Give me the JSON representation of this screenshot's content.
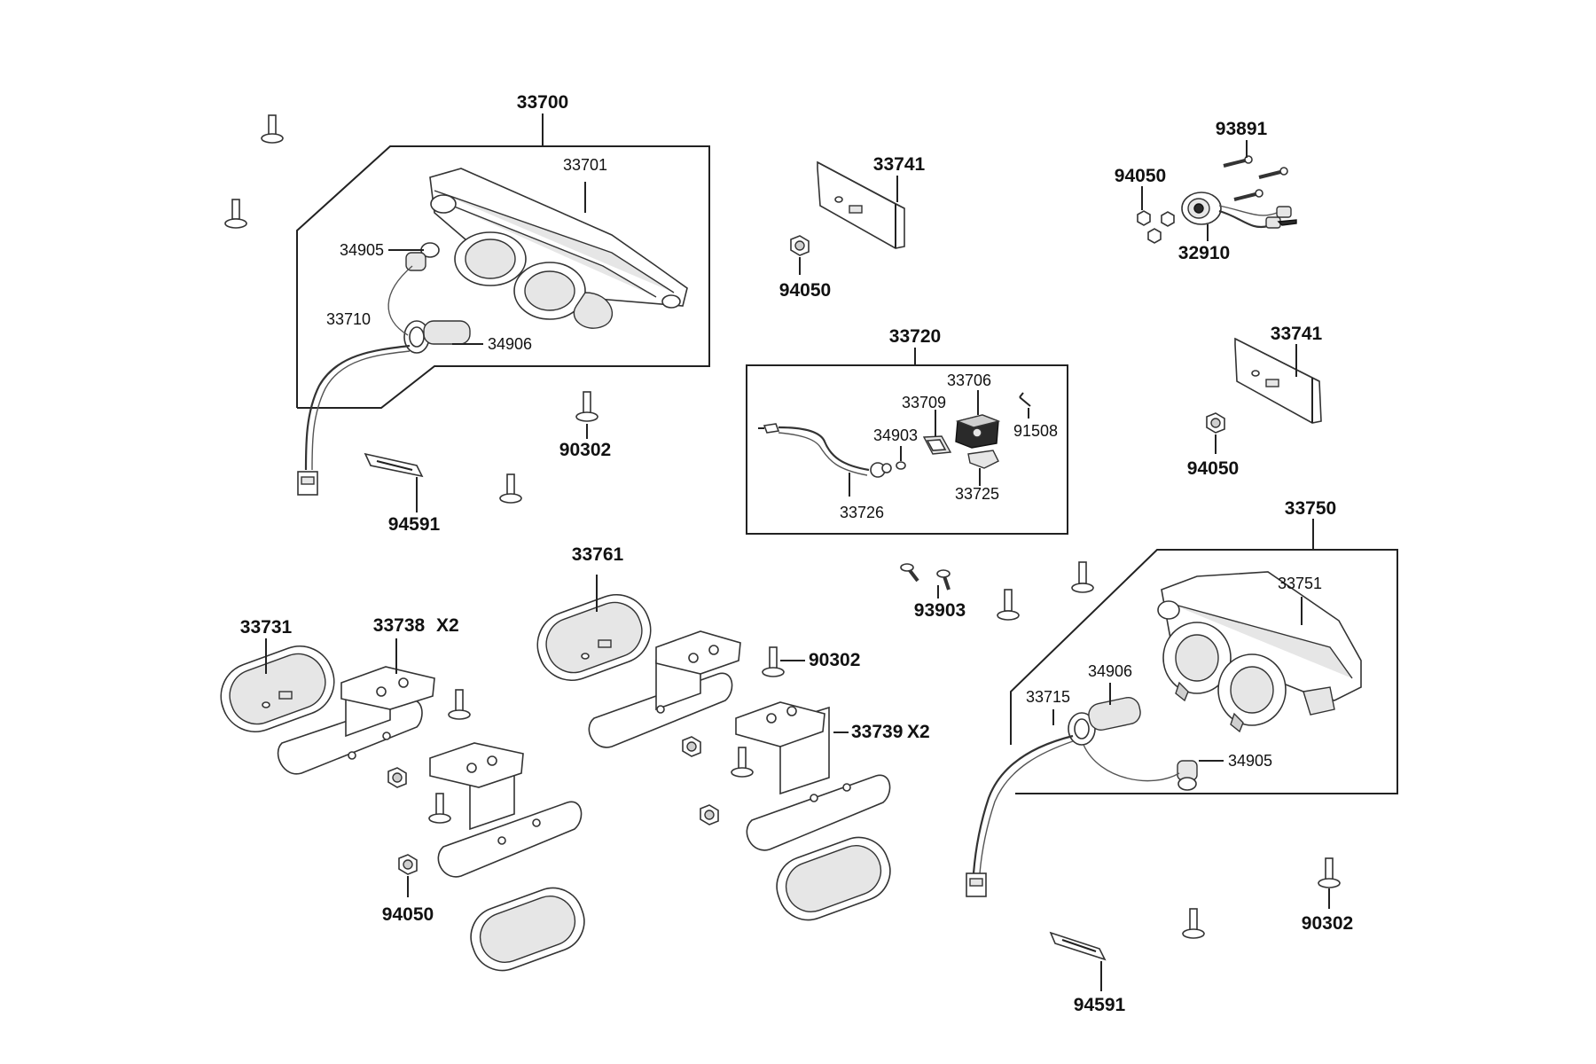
{
  "diagram": {
    "labels": {
      "p33700": "33700",
      "p33701": "33701",
      "p34905_left": "34905",
      "p33710": "33710",
      "p34906_left": "34906",
      "p90302_a": "90302",
      "p94591_a": "94591",
      "p33741_top": "33741",
      "p94050_mid": "94050",
      "p93891": "93891",
      "p94050_right": "94050",
      "p32910": "32910",
      "p33720": "33720",
      "p33706": "33706",
      "p33709": "33709",
      "p34903": "34903",
      "p91508": "91508",
      "p33725": "33725",
      "p33726": "33726",
      "p33741_right": "33741",
      "p94050_right2": "94050",
      "p33750": "33750",
      "p33751": "33751",
      "p34906_right": "34906",
      "p33715": "33715",
      "p34905_right": "34905",
      "p93903": "93903",
      "p33761": "33761",
      "p33731": "33731",
      "p33738": "33738",
      "p33738_qty": "X2",
      "p90302_b": "90302",
      "p33739": "33739",
      "p33739_qty": "X2",
      "p94050_bottom": "94050",
      "p90302_c": "90302",
      "p94591_b": "94591"
    }
  }
}
